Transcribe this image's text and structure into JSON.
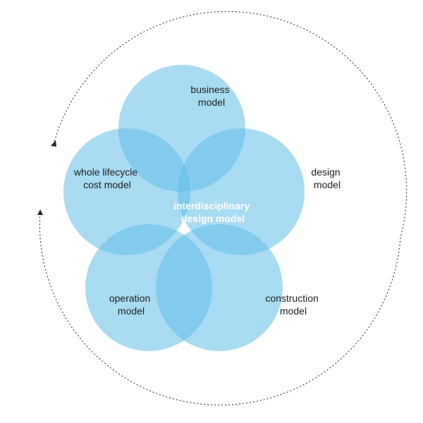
{
  "colors": {
    "circle": "#63bde8",
    "text": "#1e1e1e",
    "center_text": "#ffffff",
    "orbit": "#222222"
  },
  "circles": [
    {
      "id": "business",
      "lines": [
        "business",
        "model"
      ]
    },
    {
      "id": "design",
      "lines": [
        "design",
        "model"
      ]
    },
    {
      "id": "construction",
      "lines": [
        "construction",
        "model"
      ]
    },
    {
      "id": "operation",
      "lines": [
        "operation",
        "model"
      ]
    },
    {
      "id": "lifecycle",
      "lines": [
        "whole lifecycle",
        "cost model"
      ]
    }
  ],
  "center": {
    "lines": [
      "interdisciplinary",
      "design model"
    ]
  }
}
